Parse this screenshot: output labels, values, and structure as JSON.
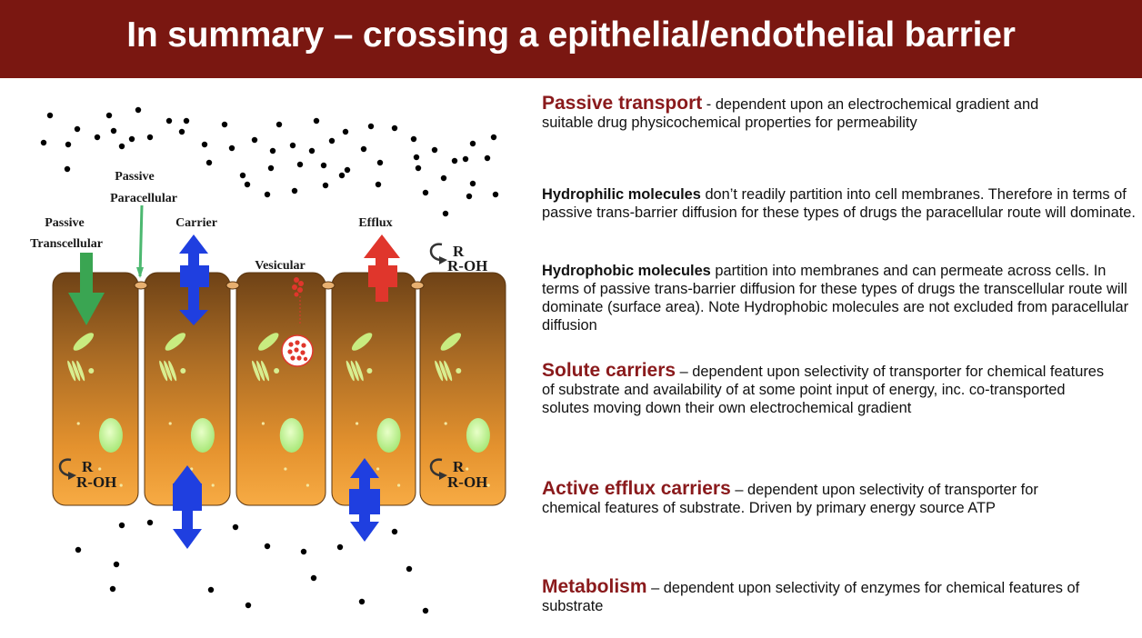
{
  "title": "In summary – crossing a epithelial/endothelial barrier",
  "diagram": {
    "labels": {
      "passive_paracellular_1": "Passive",
      "passive_paracellular_2": "Paracellular",
      "passive_transcellular_1": "Passive",
      "passive_transcellular_2": "Transcellular",
      "carrier": "Carrier",
      "efflux": "Efflux",
      "vesicular": "Vesicular",
      "metab_r": "R",
      "metab_roh": "R-OH"
    },
    "colors": {
      "header_bg": "#7a1711",
      "heading_text": "#8a1a1c",
      "passive_arrow": "#3aa552",
      "carrier_arrow": "#1f3fe0",
      "efflux_arrow": "#e0362c",
      "cell_top": "#7a4a1a",
      "cell_bottom": "#f5a53a",
      "nucleus": "#b8f08a"
    }
  },
  "sections": {
    "passive": {
      "heading": "Passive transport",
      "text": "  - dependent upon an electrochemical gradient and suitable drug physicochemical properties for permeability"
    },
    "hydrophilic": {
      "bold": "Hydrophilic molecules",
      "text": " don’t readily partition into cell membranes. Therefore in terms of passive trans-barrier diffusion for these types of drugs the paracellular route will dominate."
    },
    "hydrophobic": {
      "bold": "Hydrophobic molecules",
      "text": " partition into membranes and can permeate across cells. In terms of passive trans-barrier diffusion for these types of drugs the transcellular route will dominate (surface area).  Note Hydrophobic molecules are not excluded from  paracellular diffusion"
    },
    "solute": {
      "heading": "Solute carriers",
      "text": " – dependent upon selectivity of transporter for chemical features of substrate and availability of at some point input of energy, inc. co-transported solutes moving down their own electrochemical gradient"
    },
    "efflux": {
      "heading": "Active efflux carriers",
      "text": " – dependent upon selectivity of transporter for chemical features of substrate. Driven by primary energy source ATP"
    },
    "metabolism": {
      "heading": "Metabolism",
      "text": " – dependent upon selectivity of enzymes for chemical features of substrate"
    }
  }
}
